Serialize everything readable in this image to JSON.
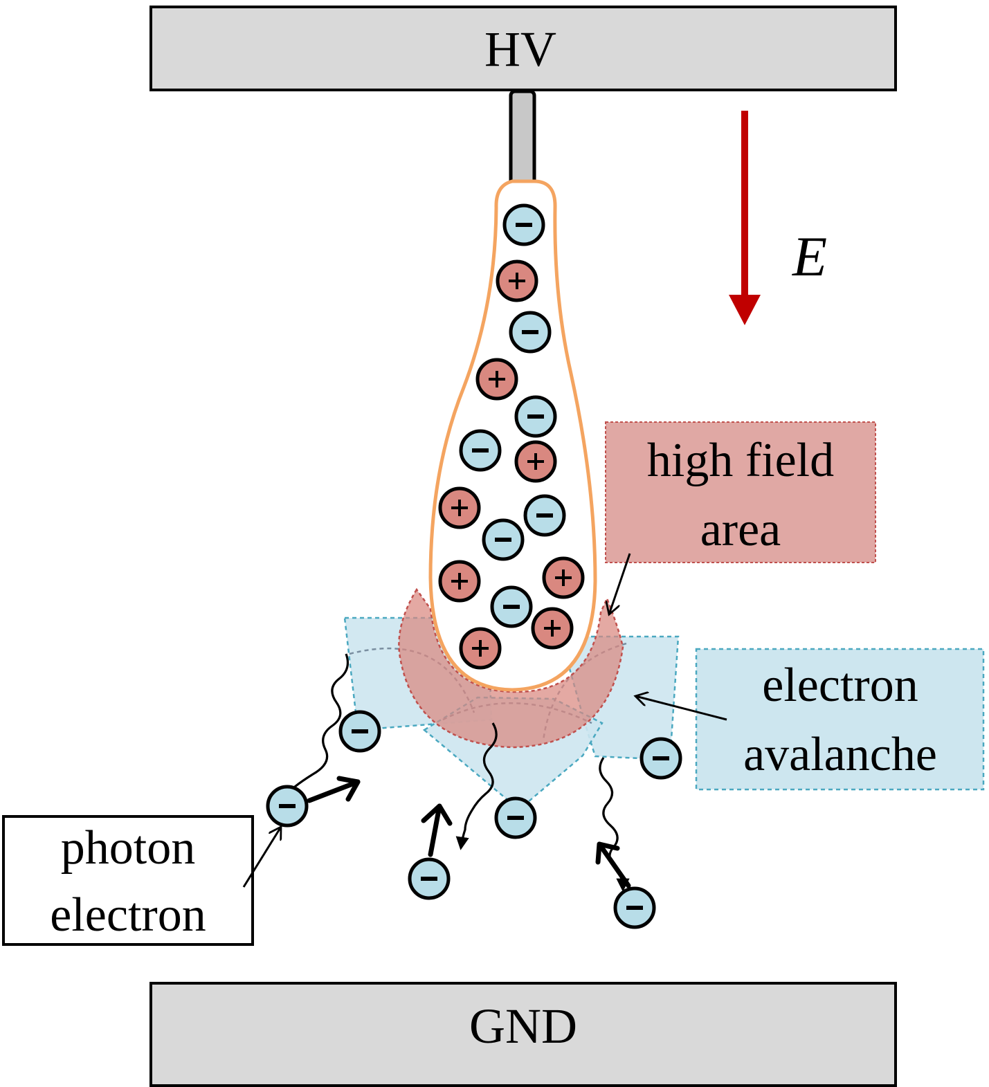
{
  "electrodes": {
    "top_label": "HV",
    "bottom_label": "GND"
  },
  "field": {
    "label": "E",
    "arrow_color": "#c00000"
  },
  "callouts": {
    "high_field": {
      "line1": "high field",
      "line2": "area"
    },
    "avalanche": {
      "line1": "electron",
      "line2": "avalanche"
    },
    "photon": {
      "line1": "photon",
      "line2": "electron"
    }
  },
  "charges": {
    "minus": "−",
    "plus": "+"
  },
  "colors": {
    "electrode_fill": "#d9d9d9",
    "streamer_outline": "#f4a460",
    "negative_fill": "#b8dde8",
    "positive_fill": "#d98880",
    "high_field_fill": "#e0a8a4",
    "avalanche_fill": "#cde6ef",
    "avalanche_border": "#4aa8c0",
    "high_field_border": "#c0504d"
  }
}
